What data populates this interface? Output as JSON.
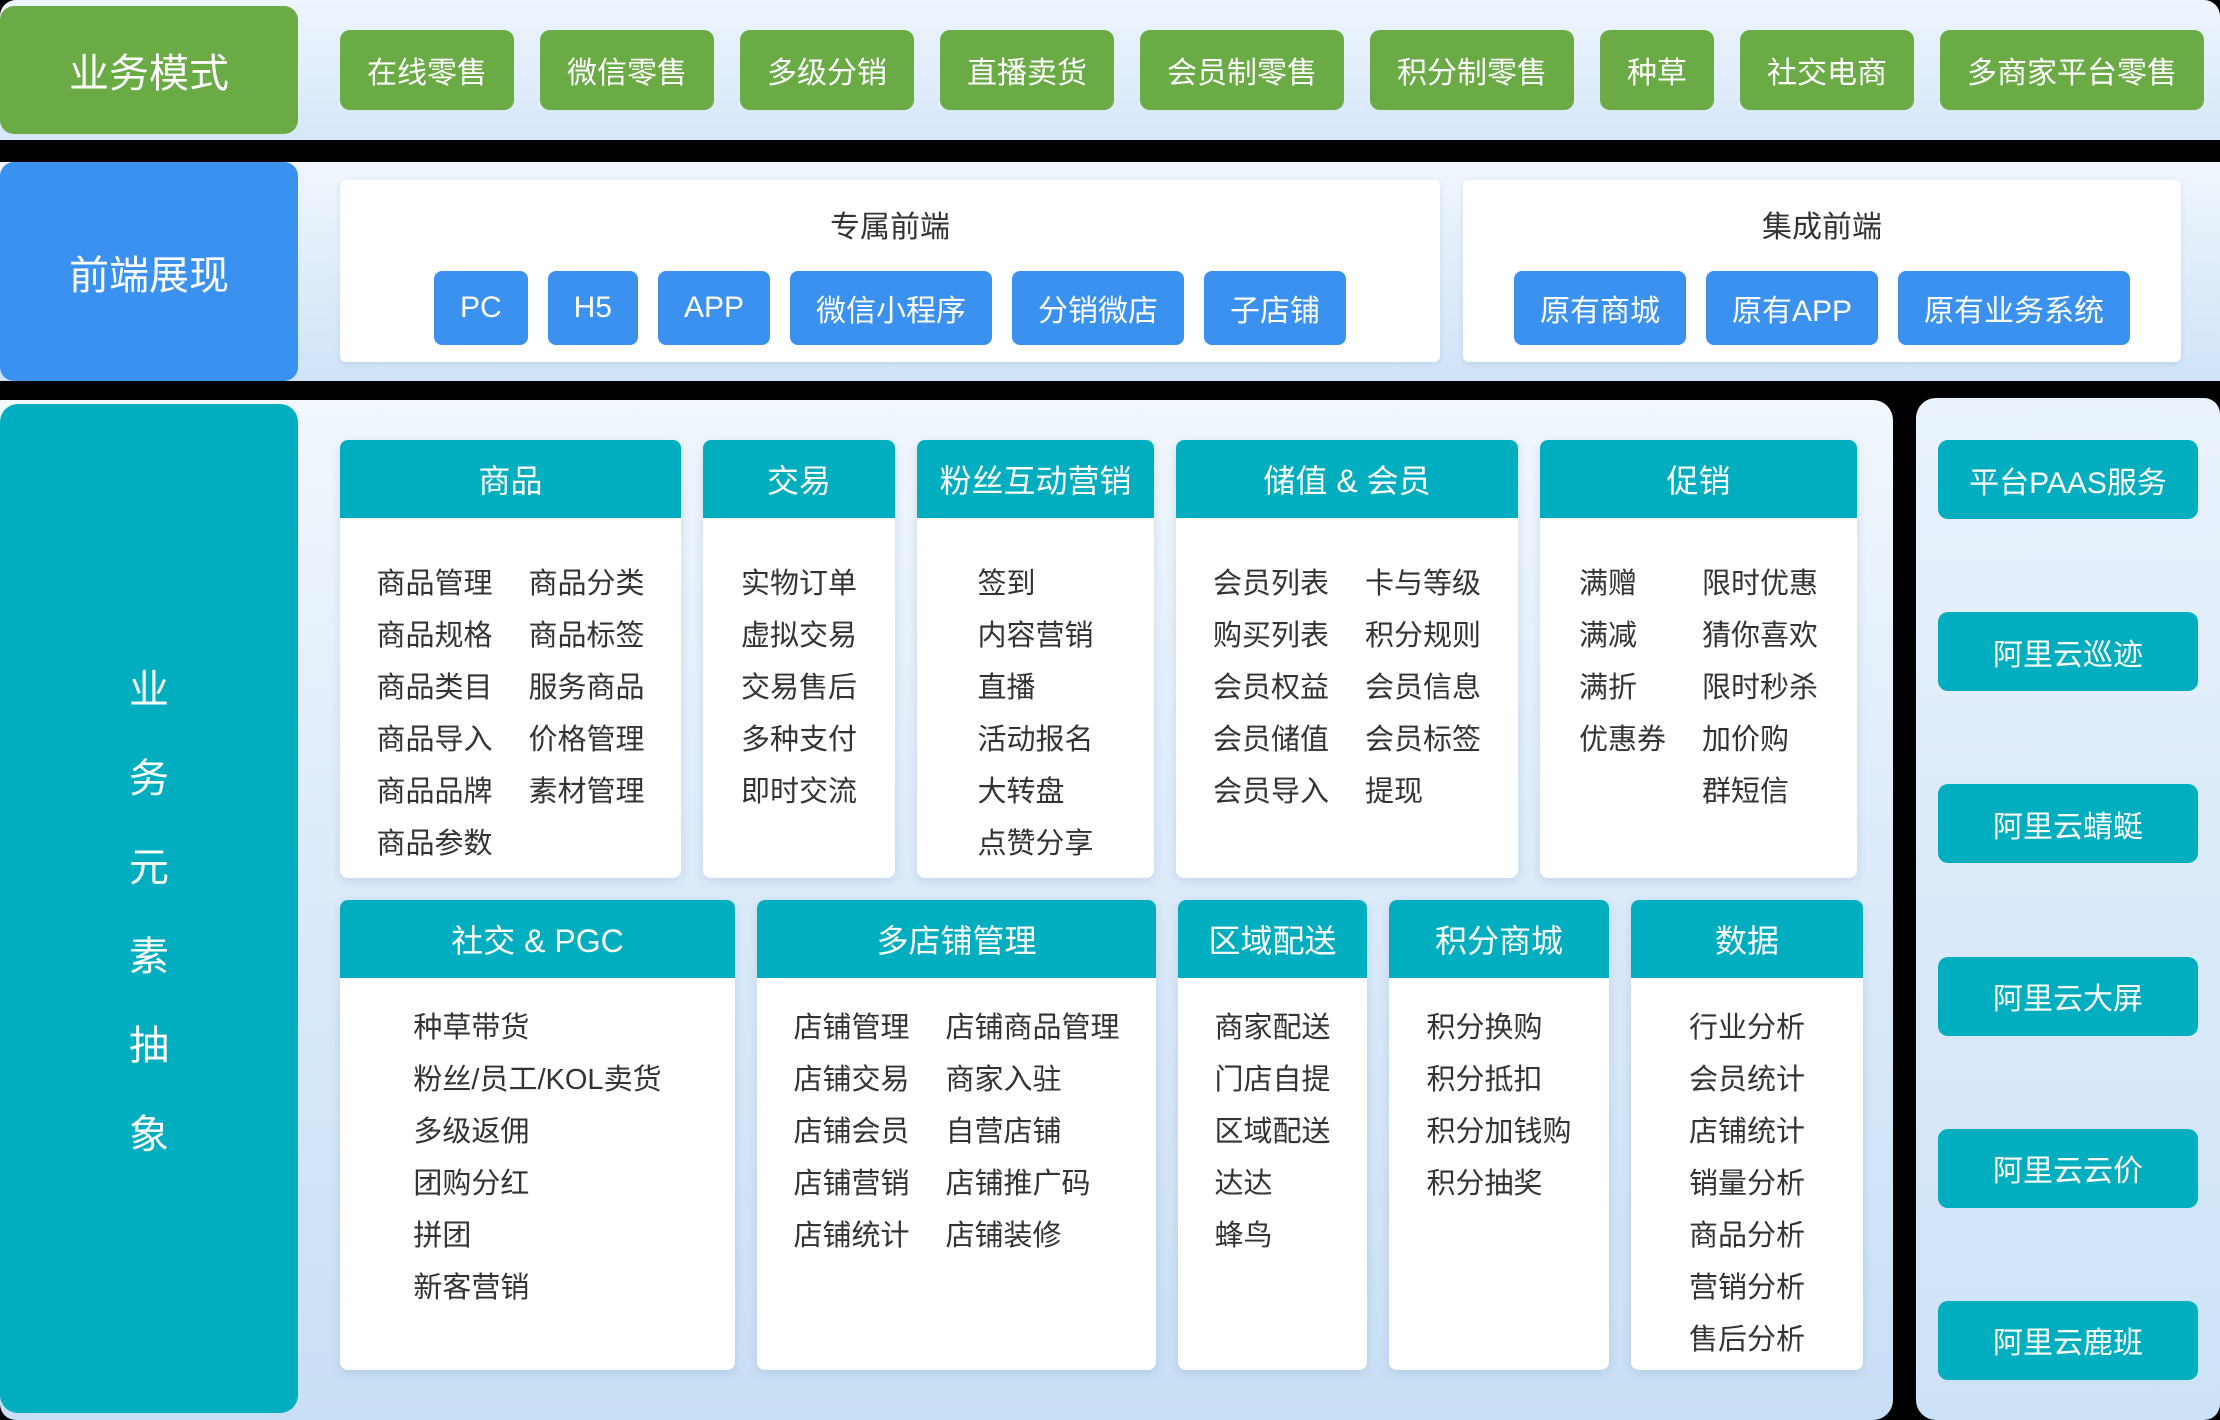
{
  "colors": {
    "green": "#6aab45",
    "blue": "#3b91ef",
    "teal": "#00aec0",
    "page_background": "#000000",
    "panel_background_top": "#f1f7fd",
    "panel_background_bottom": "#c9dff5",
    "card_text": "#333333"
  },
  "business_models": {
    "label": "业务模式",
    "items": [
      "在线零售",
      "微信零售",
      "多级分销",
      "直播卖货",
      "会员制零售",
      "积分制零售",
      "种草",
      "社交电商",
      "多商家平台零售"
    ]
  },
  "frontend": {
    "label": "前端展现",
    "panels": [
      {
        "title": "专属前端",
        "buttons": [
          "PC",
          "H5",
          "APP",
          "微信小程序",
          "分销微店",
          "子店铺"
        ]
      },
      {
        "title": "集成前端",
        "buttons": [
          "原有商城",
          "原有APP",
          "原有业务系统"
        ]
      }
    ]
  },
  "abstraction": {
    "label": "业务元素抽象",
    "card_rows": [
      [
        {
          "title": "商品",
          "columns": [
            [
              "商品管理",
              "商品规格",
              "商品类目",
              "商品导入",
              "商品品牌",
              "商品参数"
            ],
            [
              "商品分类",
              "商品标签",
              "服务商品",
              "价格管理",
              "素材管理"
            ]
          ]
        },
        {
          "title": "交易",
          "columns": [
            [
              "实物订单",
              "虚拟交易",
              "交易售后",
              "多种支付",
              "即时交流"
            ]
          ]
        },
        {
          "title": "粉丝互动营销",
          "columns": [
            [
              "签到",
              "内容营销",
              "直播",
              "活动报名",
              "大转盘",
              "点赞分享"
            ]
          ]
        },
        {
          "title": "储值 & 会员",
          "columns": [
            [
              "会员列表",
              "购买列表",
              "会员权益",
              "会员储值",
              "会员导入"
            ],
            [
              "卡与等级",
              "积分规则",
              "会员信息",
              "会员标签",
              "提现"
            ]
          ]
        },
        {
          "title": "促销",
          "columns": [
            [
              "满赠",
              "满减",
              "满折",
              "优惠券"
            ],
            [
              "限时优惠",
              "猜你喜欢",
              "限时秒杀",
              "加价购",
              "群短信"
            ]
          ]
        }
      ],
      [
        {
          "title": "社交 & PGC",
          "columns": [
            [
              "种草带货",
              "粉丝/员工/KOL卖货",
              "多级返佣",
              "团购分红",
              "拼团",
              "新客营销"
            ]
          ]
        },
        {
          "title": "多店铺管理",
          "columns": [
            [
              "店铺管理",
              "店铺交易",
              "店铺会员",
              "店铺营销",
              "店铺统计"
            ],
            [
              "店铺商品管理",
              "商家入驻",
              "自营店铺",
              "店铺推广码",
              "店铺装修"
            ]
          ]
        },
        {
          "title": "区域配送",
          "columns": [
            [
              "商家配送",
              "门店自提",
              "区域配送",
              "达达",
              "蜂鸟"
            ]
          ]
        },
        {
          "title": "积分商城",
          "columns": [
            [
              "积分换购",
              "积分抵扣",
              "积分加钱购",
              "积分抽奖"
            ]
          ]
        },
        {
          "title": "数据",
          "columns": [
            [
              "行业分析",
              "会员统计",
              "店铺统计",
              "销量分析",
              "商品分析",
              "营销分析",
              "售后分析"
            ]
          ]
        }
      ]
    ]
  },
  "paas": {
    "buttons": [
      "平台PAAS服务",
      "阿里云巡迹",
      "阿里云蜻蜓",
      "阿里云大屏",
      "阿里云云价",
      "阿里云鹿班"
    ]
  }
}
